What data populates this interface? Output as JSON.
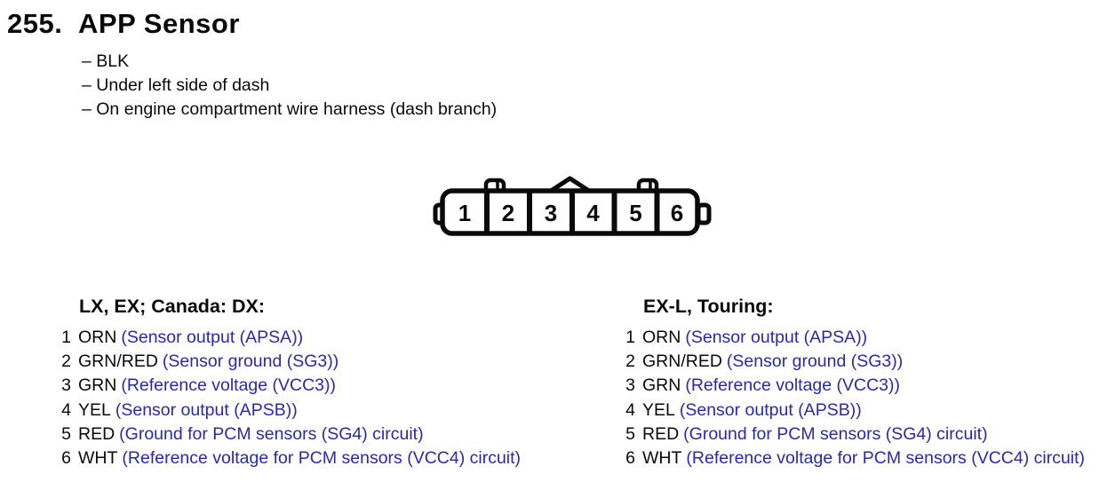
{
  "page": {
    "section_number": "255.",
    "title": "APP Sensor",
    "notes": [
      "– BLK",
      "– Under left side of dash",
      "– On engine compartment wire harness (dash branch)"
    ]
  },
  "connector": {
    "name": "6-pin-connector-diagram",
    "pins": [
      "1",
      "2",
      "3",
      "4",
      "5",
      "6"
    ]
  },
  "pinouts": [
    {
      "header": "LX, EX; Canada: DX:",
      "rows": [
        {
          "pin": "1",
          "wire": "ORN",
          "desc": "(Sensor output (APSA))"
        },
        {
          "pin": "2",
          "wire": "GRN/RED",
          "desc": "(Sensor ground (SG3))"
        },
        {
          "pin": "3",
          "wire": "GRN",
          "desc": "(Reference voltage (VCC3))"
        },
        {
          "pin": "4",
          "wire": "YEL",
          "desc": "(Sensor output (APSB))"
        },
        {
          "pin": "5",
          "wire": "RED",
          "desc": "(Ground for PCM sensors (SG4) circuit)"
        },
        {
          "pin": "6",
          "wire": "WHT",
          "desc": "(Reference voltage for PCM sensors (VCC4) circuit)"
        }
      ]
    },
    {
      "header": "EX-L, Touring:",
      "rows": [
        {
          "pin": "1",
          "wire": "ORN",
          "desc": "(Sensor output (APSA))"
        },
        {
          "pin": "2",
          "wire": "GRN/RED",
          "desc": "(Sensor ground (SG3))"
        },
        {
          "pin": "3",
          "wire": "GRN",
          "desc": "(Reference voltage (VCC3))"
        },
        {
          "pin": "4",
          "wire": "YEL",
          "desc": "(Sensor output (APSB))"
        },
        {
          "pin": "5",
          "wire": "RED",
          "desc": "(Ground for PCM sensors (SG4) circuit)"
        },
        {
          "pin": "6",
          "wire": "WHT",
          "desc": "(Reference voltage for PCM sensors (VCC4) circuit)"
        }
      ]
    }
  ],
  "colors": {
    "description_blue": "#2929ae",
    "text_black": "#0a0a0a",
    "diagram_stroke": "#0a0a0a",
    "background": "#ffffff"
  }
}
